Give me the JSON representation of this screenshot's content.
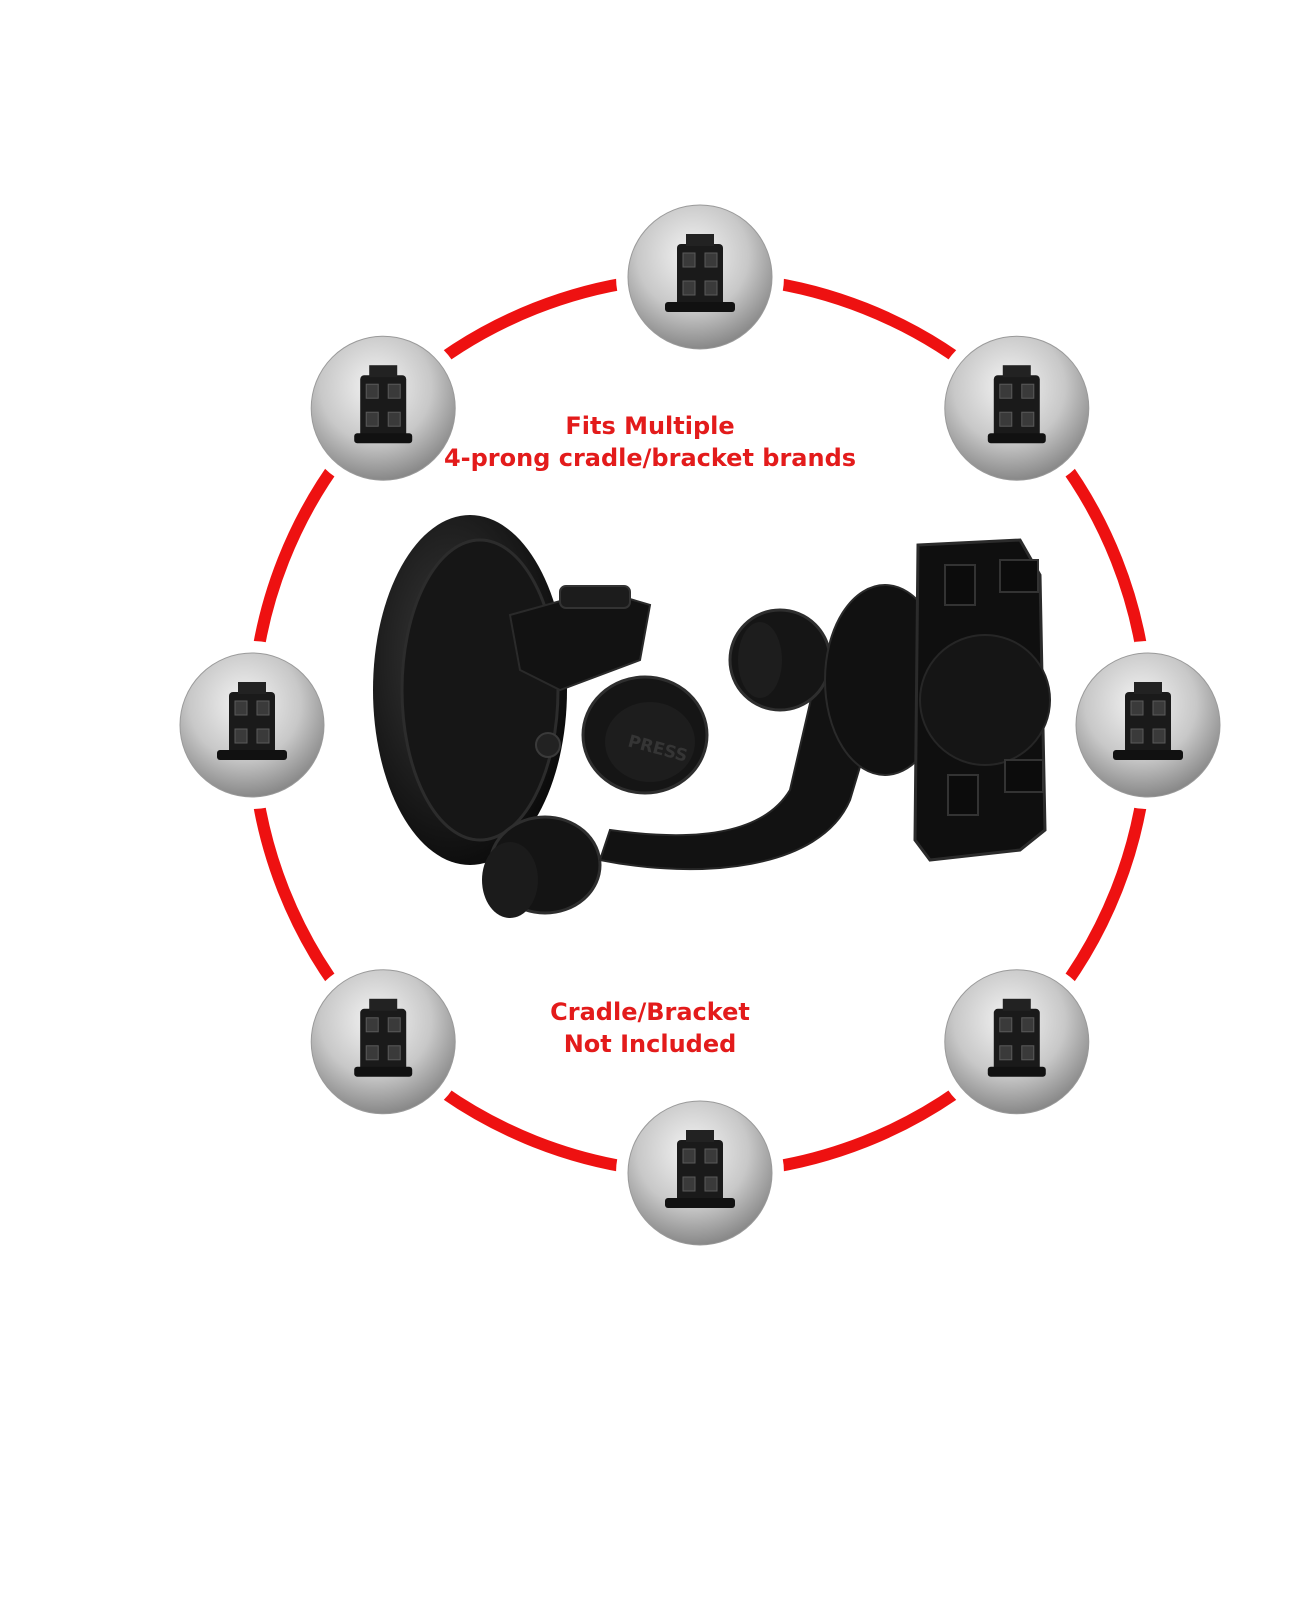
{
  "caption_top": {
    "line1": "Fits Multiple",
    "line2": "4-prong cradle/bracket brands"
  },
  "caption_bottom": {
    "line1": "Cradle/Bracket",
    "line2": "Not Included"
  },
  "colors": {
    "ring": "#ee1111",
    "caption": "#e31b1b",
    "mount": "#141414",
    "badge_light": "#f2f2f2",
    "badge_dark": "#8a8a8a"
  },
  "icons": {
    "center": "suction-cup-mount-icon",
    "badges": [
      "cradle-top-icon",
      "cradle-top-right-icon",
      "cradle-right-icon",
      "cradle-bottom-right-icon",
      "cradle-bottom-icon",
      "cradle-bottom-left-icon",
      "cradle-left-icon",
      "cradle-top-left-icon"
    ]
  }
}
